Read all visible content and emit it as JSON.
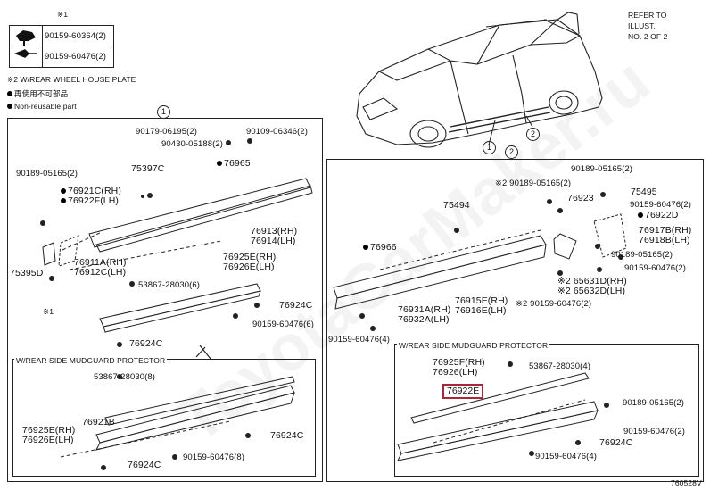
{
  "legend": {
    "note1_mark": "※1",
    "part_a": "90159-60364(2)",
    "part_b": "90159-60476(2)",
    "note2": "※2 W/REAR WHEEL HOUSE PLATE",
    "nonreusable_jp": "再使用不可部品",
    "nonreusable_en": "Non-reusable part"
  },
  "refer": {
    "line1": "REFER TO",
    "line2": "ILLUST.",
    "line3": "NO. 2 OF 2"
  },
  "callouts": {
    "one": "1",
    "two": "2"
  },
  "left_panel": {
    "labels": [
      "90179-06195(2)",
      "90109-06346(2)",
      "90430-05188(2)",
      "90189-05165(2)",
      "75397C",
      "76965",
      "76921C(RH)",
      "76922F(LH)",
      "76913(RH)",
      "76914(LH)",
      "75395D",
      "76911A(RH)",
      "76912C(LH)",
      "53867-28030(6)",
      "76925E(RH)",
      "76926E(LH)",
      "76924C",
      "90159-60476(6)",
      "76924C",
      "※1"
    ],
    "sub_title": "W/REAR SIDE MUDGUARD PROTECTOR",
    "sub_labels": [
      "53867-28030(8)",
      "76921B",
      "76925E(RH)",
      "76926E(LH)",
      "76924C",
      "76924C",
      "90159-60476(8)"
    ]
  },
  "right_panel": {
    "labels": [
      "90189-05165(2)",
      "※2 90189-05165(2)",
      "76923",
      "75495",
      "75494",
      "90159-60476(2)",
      "76922D",
      "76966",
      "76917B(RH)",
      "76918B(LH)",
      "90189-05165(2)",
      "90159-60476(2)",
      "※2 65631D(RH)",
      "※2 65632D(LH)",
      "76915E(RH)",
      "76916E(LH)",
      "※2 90159-60476(2)",
      "76931A(RH)",
      "76932A(LH)",
      "90159-60476(4)"
    ],
    "sub_title": "W/REAR SIDE MUDGUARD PROTECTOR",
    "sub_labels": [
      "76925F(RH)",
      "76926(LH)",
      "53867-28030(4)",
      "90189-05165(2)",
      "90159-60476(2)",
      "76924C",
      "90159-60476(4)"
    ],
    "highlight": "76922E",
    "highlight_color": "#a8283a"
  },
  "footer_code": "760528V",
  "watermark": "ToyotaCarMaker.ru"
}
